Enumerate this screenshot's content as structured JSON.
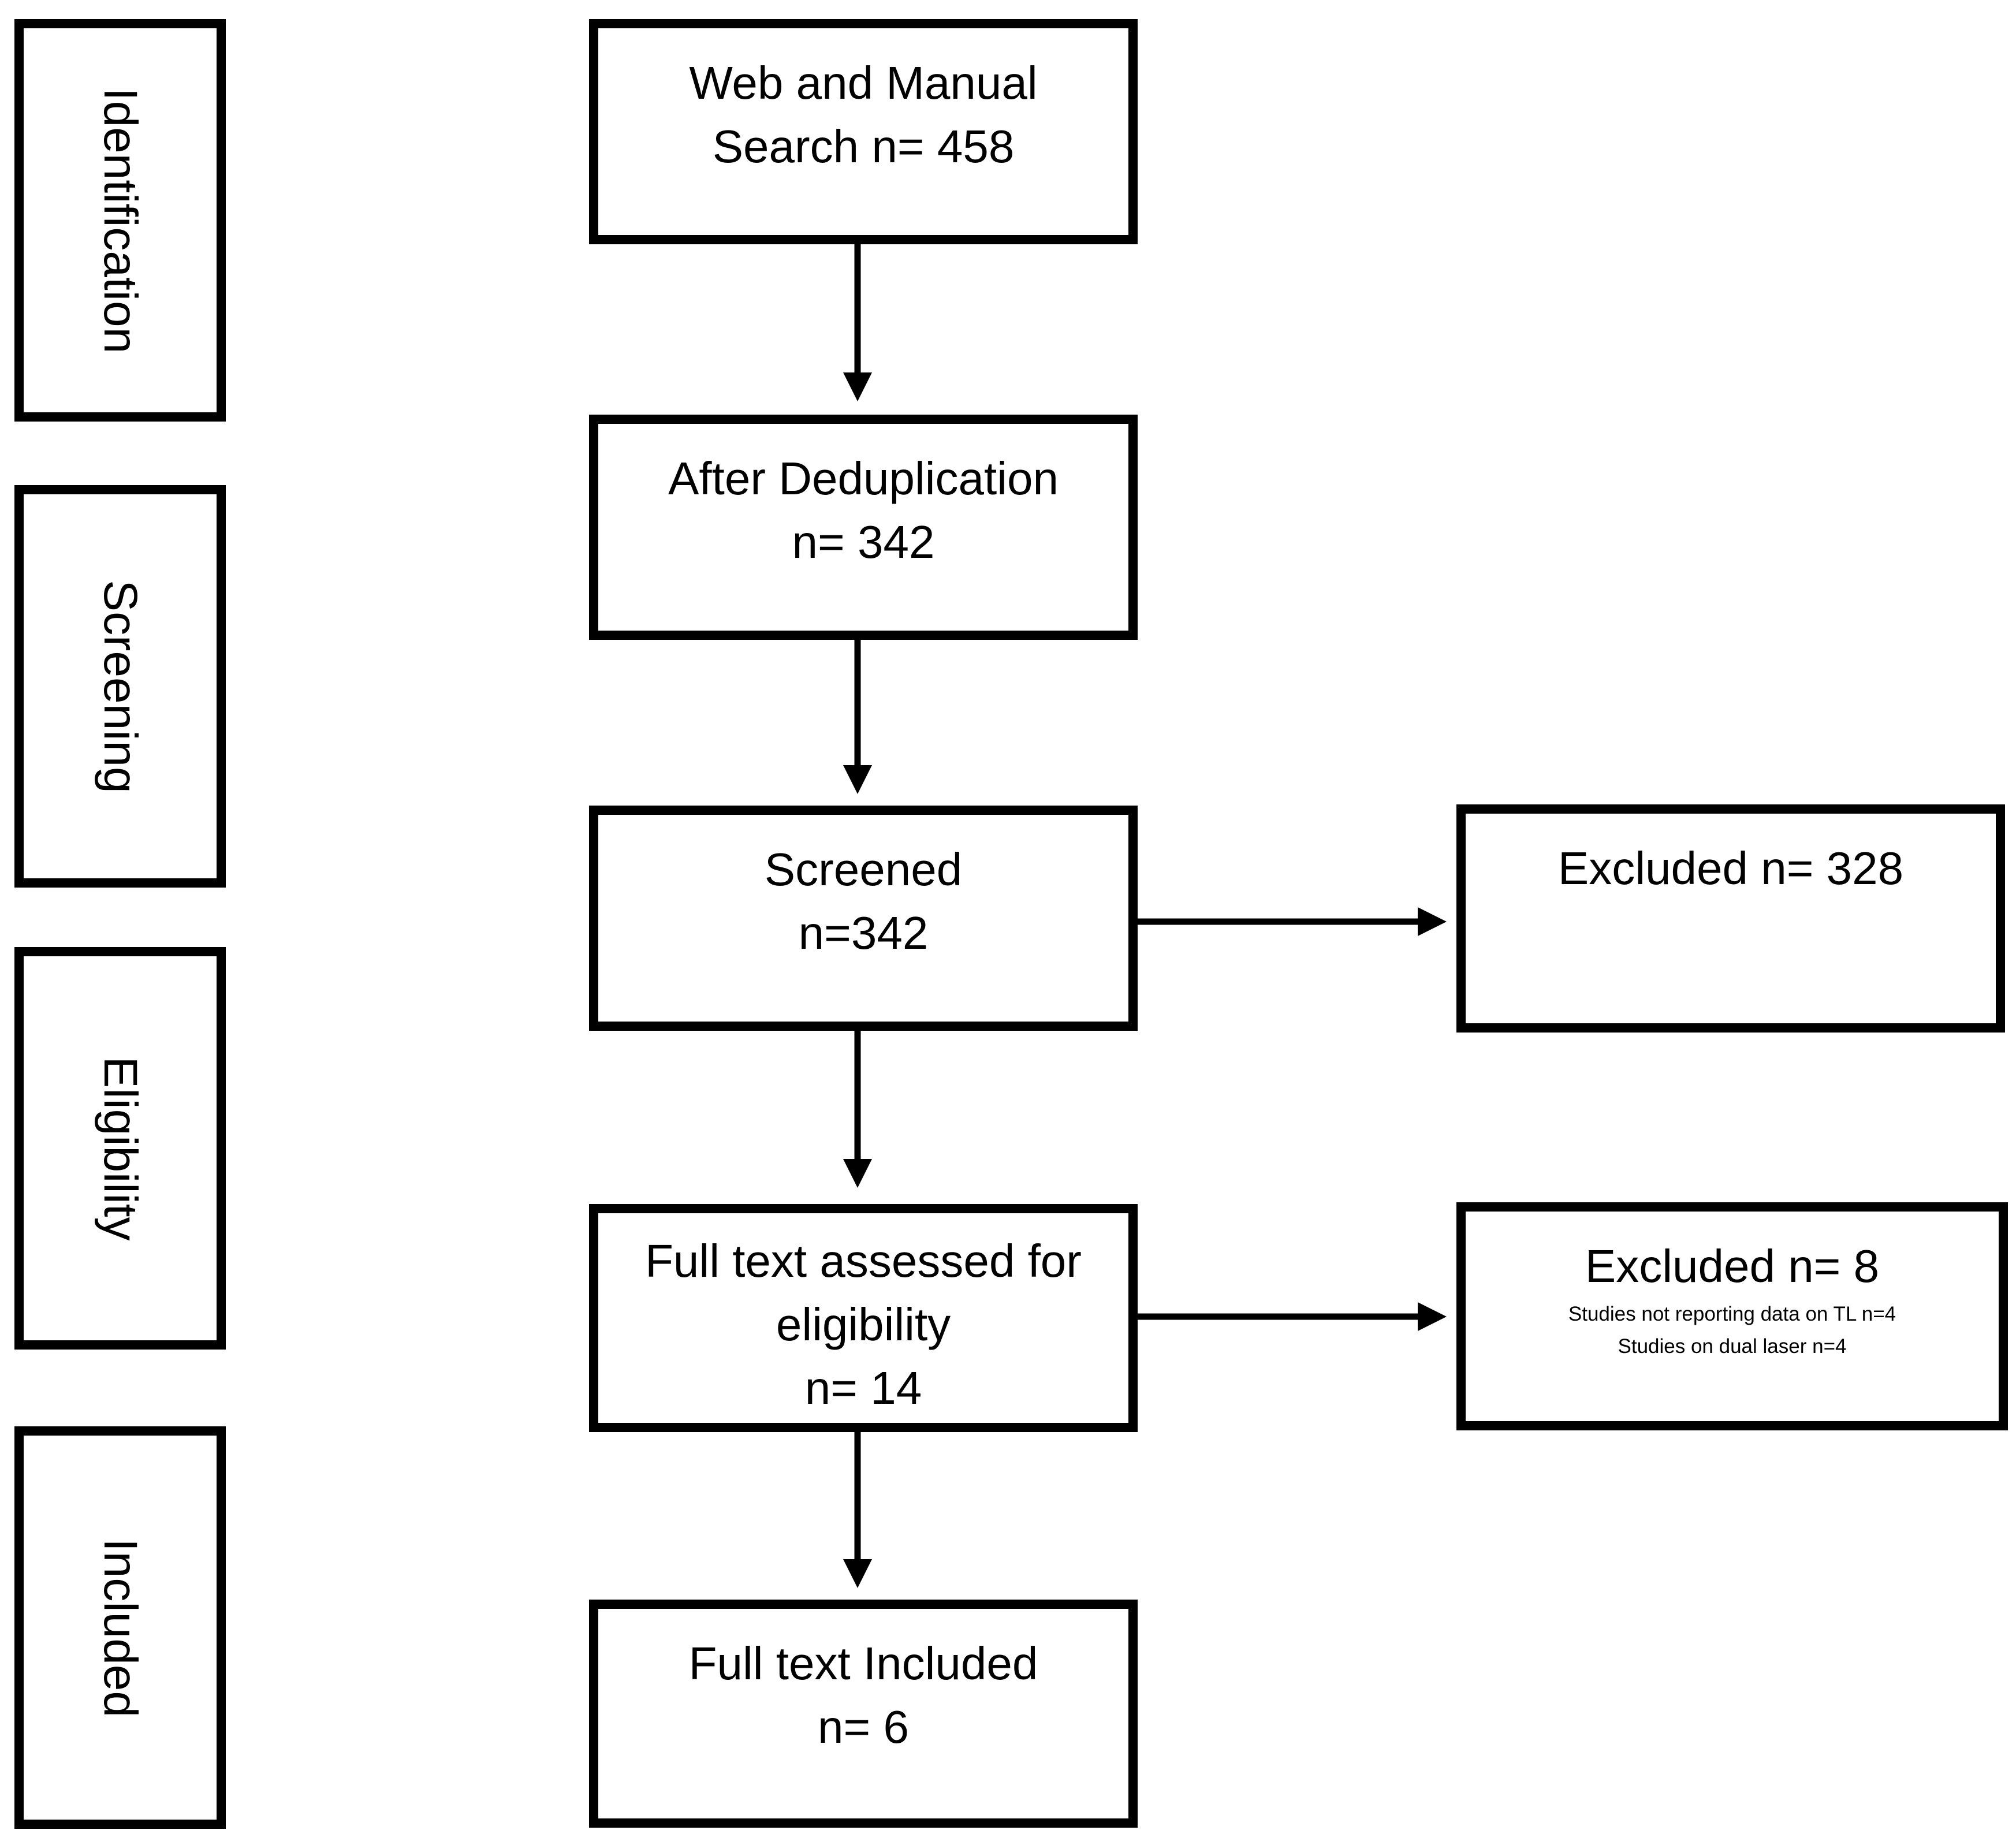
{
  "stages": {
    "identification": "Identification",
    "screening": "Screening",
    "eligibility": "Eligibility",
    "included": "Included"
  },
  "boxes": {
    "search": {
      "line1": "Web and Manual",
      "line2": "Search n= 458"
    },
    "dedup": {
      "line1": "After Deduplication",
      "line2": "n= 342"
    },
    "screened": {
      "line1": "Screened",
      "line2": "n=342"
    },
    "excluded_screening": {
      "line1": "Excluded n= 328"
    },
    "fulltext_assessed": {
      "line1": "Full text assessed for",
      "line2": "eligibility",
      "line3": "n= 14"
    },
    "excluded_eligibility": {
      "line1": "Excluded n= 8",
      "reason1": "Studies not reporting data on TL n=4",
      "reason2": "Studies on dual laser n=4"
    },
    "included": {
      "line1": "Full text Included",
      "line2": "n= 6"
    }
  },
  "colors": {
    "stroke": "#000000",
    "background": "#ffffff"
  }
}
